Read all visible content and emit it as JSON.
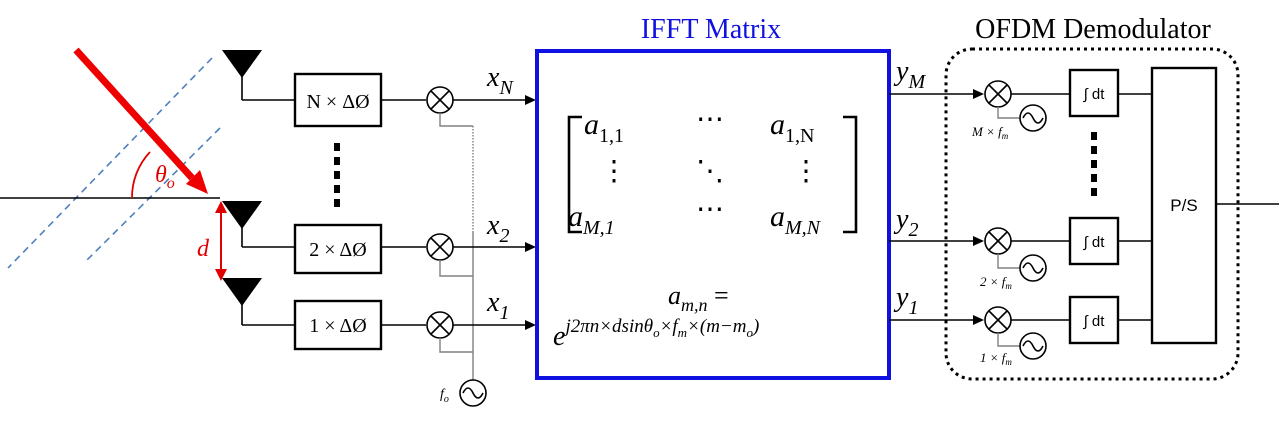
{
  "matrix": {
    "title": "IFFT Matrix",
    "cells": {
      "a11": "a",
      "a11_sub": "1,1",
      "a1N": "a",
      "a1N_sub": "1,N",
      "aM1": "a",
      "aM1_sub": "M,1",
      "aMN": "a",
      "aMN_sub": "M,N",
      "hdots": "⋯",
      "vdots": "⋮",
      "ddots": "⋱"
    },
    "formula_lhs": "a",
    "formula_lhs_sub": "m,n",
    "formula_eq": " =",
    "formula_base": "e",
    "formula_exp_a": "j2πn×dsinθ",
    "formula_exp_sub_o": "o",
    "formula_exp_b": "×f",
    "formula_exp_sub_m": "m",
    "formula_exp_c": "×(m−m",
    "formula_exp_sub_o2": "o",
    "formula_exp_d": ")"
  },
  "demod": {
    "title": "OFDM Demodulator",
    "integrator_label": "∫ dt",
    "ps_label": "P/S",
    "osc_labels": {
      "m_prefix": "M × f",
      "m_sub": "m",
      "two_prefix": "2 × f",
      "two_sub": "m",
      "one_prefix": "1 × f",
      "one_sub": "m"
    }
  },
  "phase_shifters": {
    "top": "N × ΔØ",
    "mid": "2 × ΔØ",
    "bot": "1 × ΔØ"
  },
  "signals": {
    "xN": "x",
    "xN_sub": "N",
    "x2": "x",
    "x2_sub": "2",
    "x1": "x",
    "x1_sub": "1",
    "yM": "y",
    "yM_sub": "M",
    "y2": "y",
    "y2_sub": "2",
    "y1": "y",
    "y1_sub": "1"
  },
  "lo_label": "f",
  "lo_label_sub": "o",
  "angle_label": "θ",
  "angle_label_sub": "o",
  "spacing_label": "d",
  "colors": {
    "matrix_border": "#1010e0",
    "beam": "#ee0000",
    "wavefront": "#4f7fbf",
    "stroke": "#000000",
    "gray_wire": "#808080"
  }
}
